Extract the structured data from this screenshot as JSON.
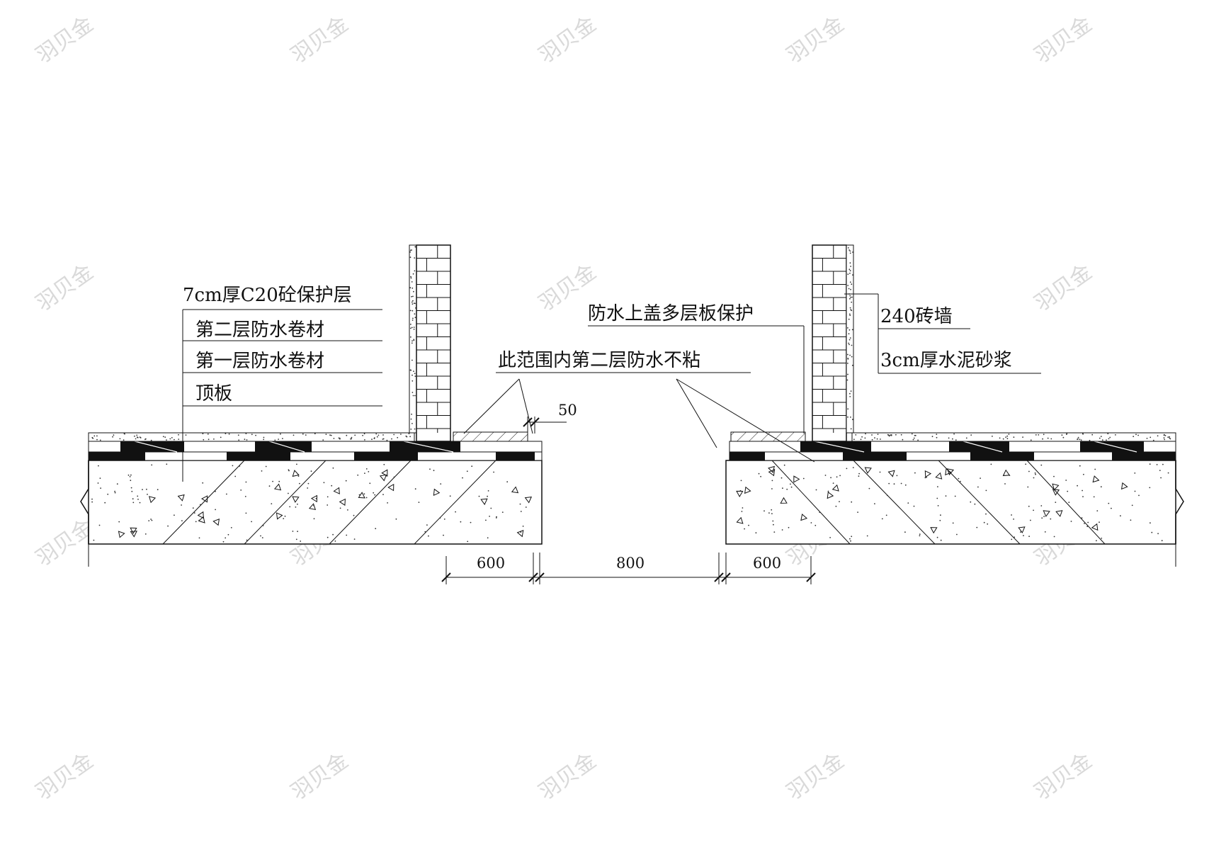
{
  "drawing": {
    "left_labels": [
      {
        "key": "protection",
        "text": "7cm厚C20砼保护层"
      },
      {
        "key": "second",
        "text": "第二层防水卷材"
      },
      {
        "key": "first",
        "text": "第一层防水卷材"
      },
      {
        "key": "slab",
        "text": "顶板"
      }
    ],
    "center_label": "此范围内第二层防水不粘",
    "right_top_label": "防水上盖多层板保护",
    "wall_label": "240砖墙",
    "mortar_label": "3cm厚水泥砂浆",
    "dimensions": {
      "gap_small": "50",
      "left_width": "600",
      "middle_width": "800",
      "right_width": "600"
    },
    "watermark": "羽贝金"
  }
}
